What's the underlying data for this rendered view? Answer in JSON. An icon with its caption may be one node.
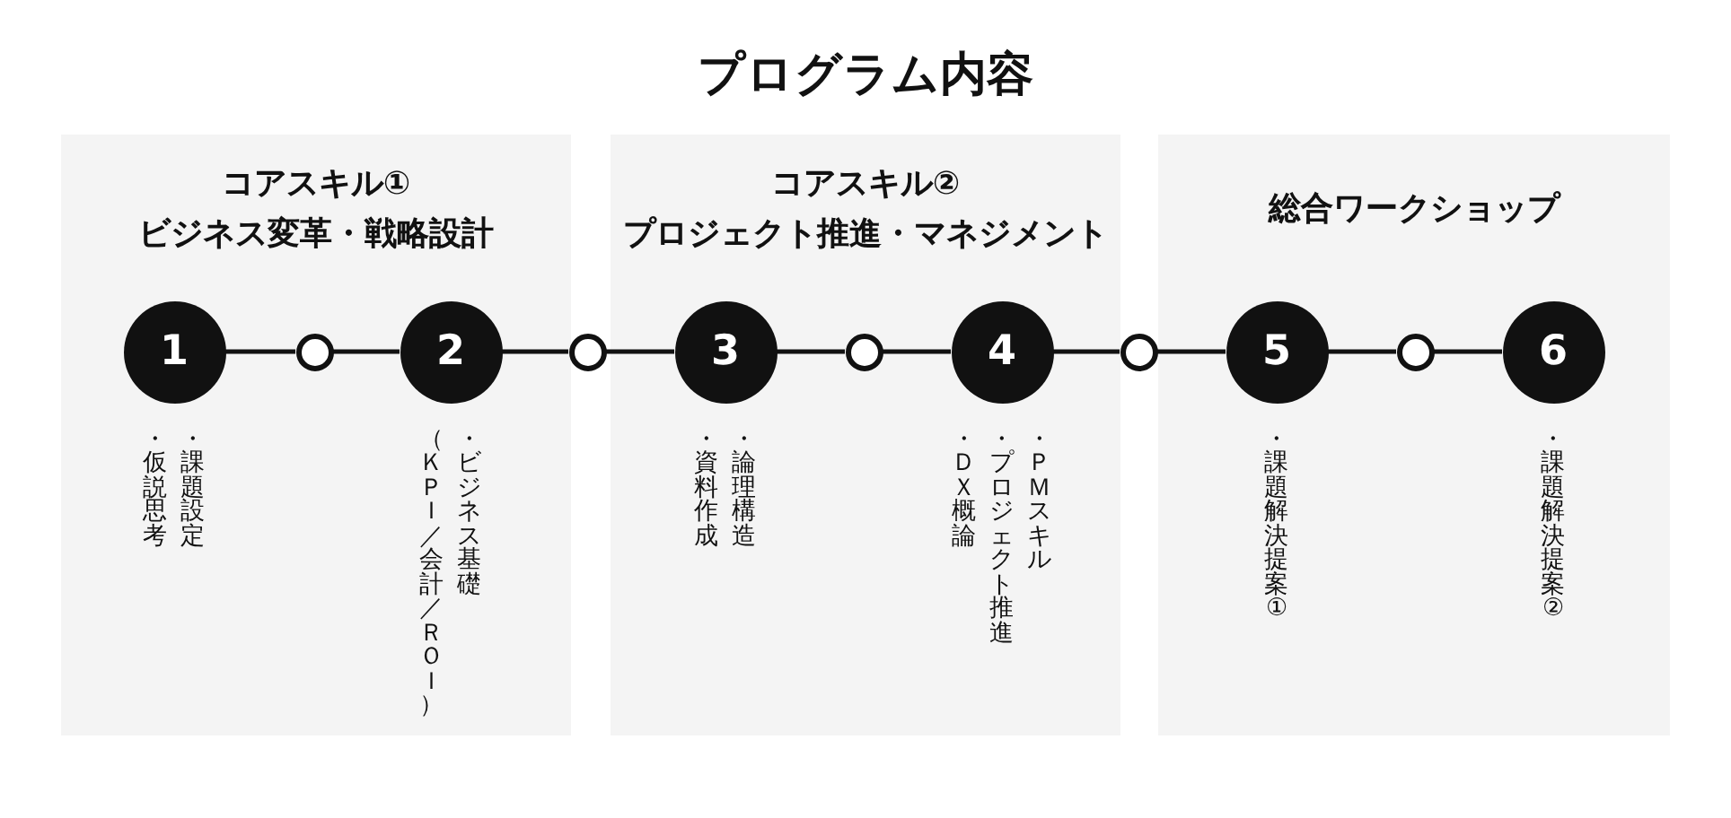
{
  "diagram": {
    "title": "プログラム内容",
    "nodes": [
      {
        "text": [
          "コアスキル①",
          "ビジネス変革・戦略設計"
        ]
      },
      {
        "text": [
          "1"
        ],
        "in": 0,
        "beside": [
          "・課題設定",
          "・仮説思考"
        ]
      },
      {
        "text": [],
        "shape": "circle",
        "in": 0
      },
      {
        "text": [
          "2"
        ],
        "in": 0,
        "beside": [
          "・ビジネス基礎",
          "（ＫＰＩ／会計／ＲＯＩ）"
        ]
      },
      {
        "text": [],
        "shape": "circle"
      },
      {
        "text": [
          "コアスキル②",
          "プロジェクト推進・マネジメント"
        ]
      },
      {
        "text": [
          "3"
        ],
        "in": 5,
        "beside": [
          "・論理構造",
          "・資料作成"
        ]
      },
      {
        "text": [],
        "shape": "circle",
        "in": 5
      },
      {
        "text": [
          "4"
        ],
        "in": 5,
        "beside": [
          "・ＰＭスキル",
          "・プロジェクト推進",
          "・ＤＸ概論"
        ]
      },
      {
        "text": [],
        "shape": "circle"
      },
      {
        "text": [
          "総合ワークショップ"
        ]
      },
      {
        "text": [
          "5"
        ],
        "in": 10,
        "beside": [
          "・課題解決提案①"
        ]
      },
      {
        "text": [],
        "shape": "circle",
        "in": 10
      },
      {
        "text": [
          "6"
        ],
        "in": 10,
        "beside": [
          "・課題解決提案②"
        ]
      }
    ],
    "edges": [
      {
        "from": 1,
        "to": 2,
        "arrow": "none"
      },
      {
        "from": 2,
        "to": 3,
        "arrow": "none"
      },
      {
        "from": 3,
        "to": 4,
        "arrow": "none"
      },
      {
        "from": 4,
        "to": 6,
        "arrow": "none"
      },
      {
        "from": 6,
        "to": 7,
        "arrow": "none"
      },
      {
        "from": 7,
        "to": 8,
        "arrow": "none"
      },
      {
        "from": 8,
        "to": 9,
        "arrow": "none"
      },
      {
        "from": 9,
        "to": 11,
        "arrow": "none"
      },
      {
        "from": 11,
        "to": 12,
        "arrow": "none"
      },
      {
        "from": 12,
        "to": 13,
        "arrow": "none"
      }
    ]
  }
}
